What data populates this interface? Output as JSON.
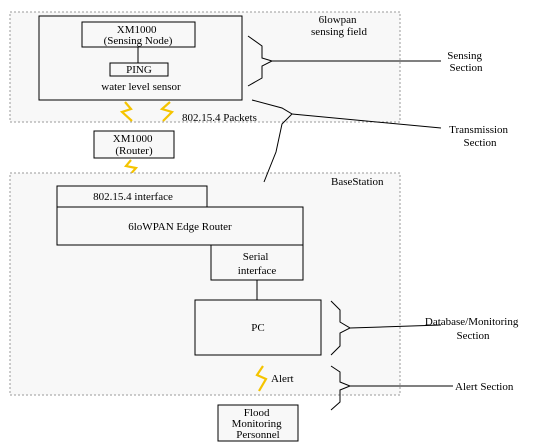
{
  "fields": {
    "sensing_field": [
      "6lowpan",
      "sensing field"
    ],
    "base_station": "BaseStation"
  },
  "boxes": {
    "sensing_node": [
      "XM1000",
      "(Sensing Node)"
    ],
    "ping": "PING",
    "water_level_sensor": "water level sensor",
    "router": [
      "XM1000",
      "(Router)"
    ],
    "interface_802": "802.15.4 interface",
    "edge_router": "6loWPAN Edge Router",
    "serial_interface": [
      "Serial",
      "interface"
    ],
    "pc": "PC",
    "personnel": [
      "Flood",
      "Monitoring",
      "Personnel"
    ]
  },
  "links": {
    "packets": "802.15.4 Packets",
    "alert": "Alert"
  },
  "sections": {
    "sensing": [
      "Sensing",
      "Section"
    ],
    "transmission": [
      "Transmission",
      "Section"
    ],
    "database": [
      "Database/Monitoring",
      "Section"
    ],
    "alert": "Alert Section"
  },
  "colors": {
    "bolt": "#f5c400",
    "field_border": "#9a9a9a",
    "line": "#000000"
  }
}
